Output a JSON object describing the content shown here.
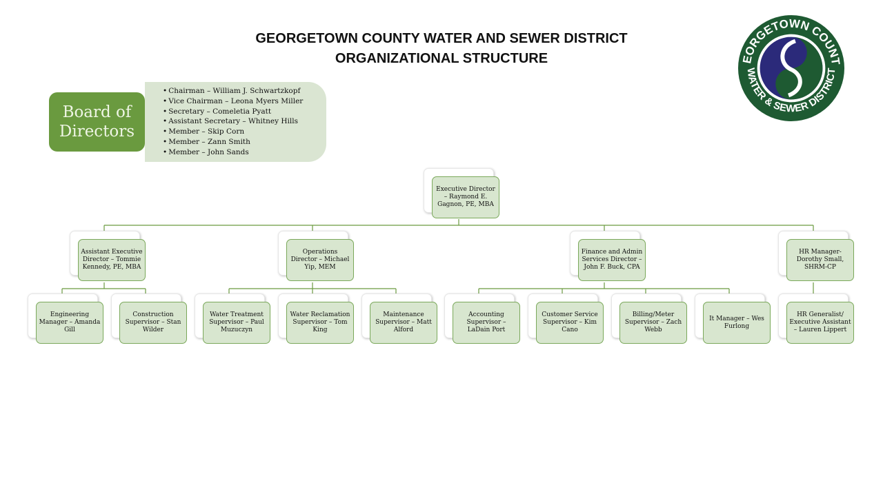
{
  "title": {
    "line1": "GEORGETOWN COUNTY WATER AND SEWER DISTRICT",
    "line2": "ORGANIZATIONAL STRUCTURE"
  },
  "logo": {
    "text_top": "GEORGETOWN COUNTY",
    "text_bottom": "WATER & SEWER DISTRICT",
    "colors": {
      "green": "#1e5a32",
      "navy": "#2b2a7a"
    }
  },
  "board": {
    "label": "Board of Directors",
    "members": [
      "Chairman – William J. Schwartzkopf",
      "Vice Chairman – Leona Myers Miller",
      "Secretary – Comeletia Pyatt",
      "Assistant Secretary – Whitney Hills",
      "Member – Skip Corn",
      "Member – Zann Smith",
      "Member – John Sands"
    ]
  },
  "org": {
    "executive": "Executive Director – Raymond E. Gagnon, PE, MBA",
    "directors": [
      "Assistant Executive Director – Tommie Kennedy, PE, MBA",
      "Operations Director – Michael Yip, MEM",
      "Finance and Admin Services Director – John F. Buck, CPA",
      "HR Manager- Dorothy Small, SHRM-CP"
    ],
    "staff": [
      "Engineering Manager – Amanda Gill",
      "Construction Supervisor – Stan Wilder",
      "Water Treatment Supervisor – Paul Muzuczyn",
      "Water Reclamation Supervisor – Tom King",
      "Maintenance Supervisor – Matt Alford",
      "Accounting Supervisor – LaDain Port",
      "Customer Service Supervisor – Kim Cano",
      "Billing/Meter Supervisor – Zach Webb",
      "It Manager – Wes Furlong",
      "HR Generalist/ Executive Assistant – Lauren Lippert"
    ]
  },
  "colors": {
    "node_fill": "#d8e6cf",
    "node_border": "#7aa85a",
    "board_label": "#6a9a3f",
    "board_list": "#dae5d2",
    "connector": "#6a9a3f"
  }
}
